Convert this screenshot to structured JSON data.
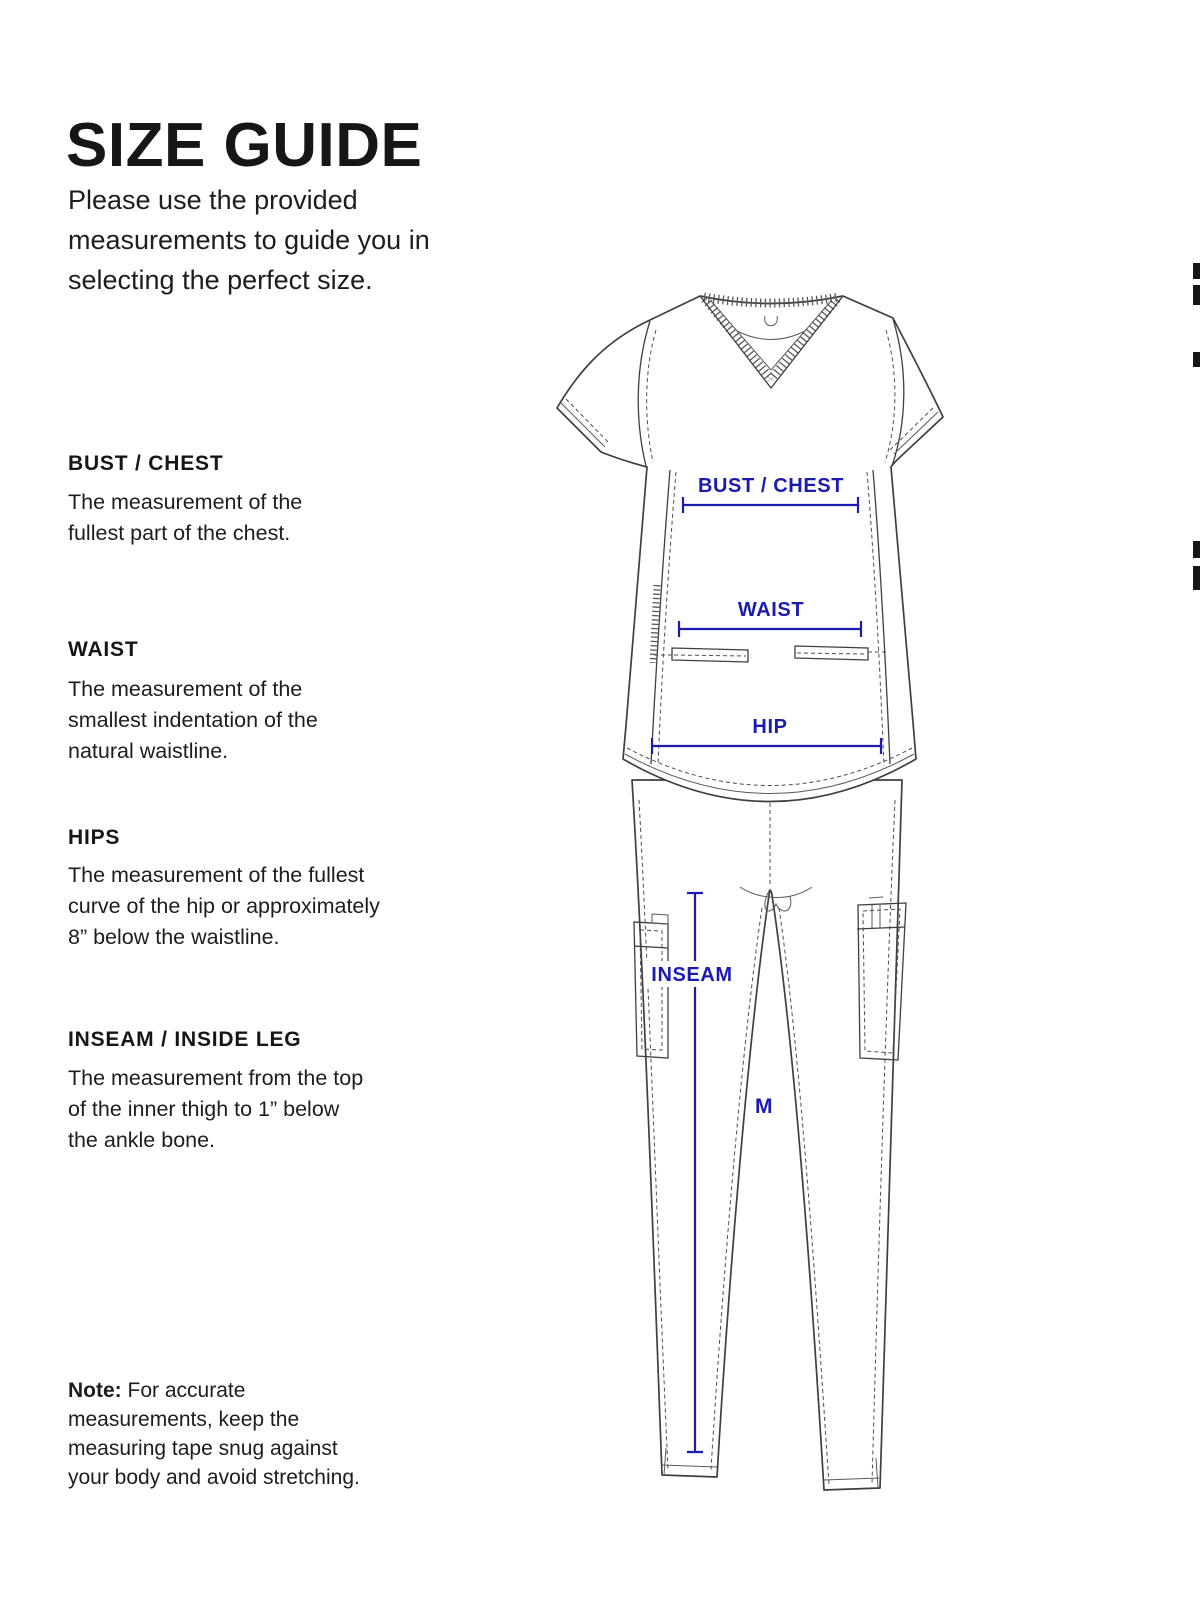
{
  "title": "SIZE GUIDE",
  "intro_lines": [
    "Please use the provided",
    "measurements to guide you in",
    "selecting the perfect size."
  ],
  "sections": [
    {
      "heading": "BUST / CHEST",
      "lines": [
        "The measurement of the",
        "fullest part of the chest."
      ]
    },
    {
      "heading": "WAIST",
      "lines": [
        "The measurement of the",
        "smallest indentation of the",
        "natural waistline."
      ]
    },
    {
      "heading": "HIPS",
      "lines": [
        "The measurement of the fullest",
        "curve of the hip or approximately",
        "8” below the waistline."
      ]
    },
    {
      "heading": "INSEAM / INSIDE LEG",
      "lines": [
        "The measurement from the top",
        "of the inner thigh to 1” below",
        "the ankle bone."
      ]
    }
  ],
  "note": {
    "label": "Note:",
    "lines": [
      "For accurate",
      "measurements, keep the",
      "measuring tape snug against",
      "your body and avoid stretching."
    ]
  },
  "diagram": {
    "accent_color": "#1b1bb3",
    "labels": {
      "bust": "BUST / CHEST",
      "waist": "WAIST",
      "hip": "HIP",
      "inseam": "INSEAM",
      "size": "M"
    }
  }
}
